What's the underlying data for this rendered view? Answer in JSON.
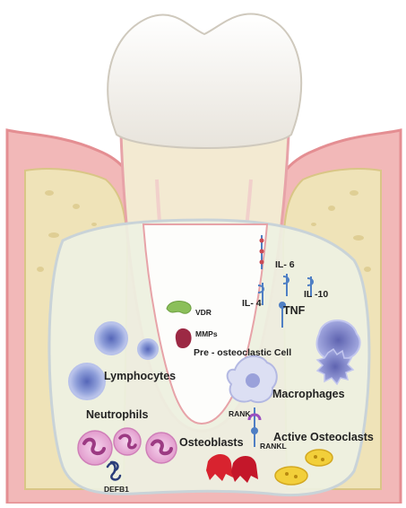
{
  "labels": {
    "vdr": "VDR",
    "mmps": "MMPs",
    "pre_osteoclastic_cell": "Pre - osteoclastic Cell",
    "lymphocytes": "Lymphocytes",
    "neutrophils": "Neutrophils",
    "defb1": "DEFB1",
    "osteoblasts": "Osteoblasts",
    "rank": "RANK",
    "rankl": "RANKL",
    "macrophages": "Macrophages",
    "active_osteoclasts": "Active Osteoclasts",
    "il6": "IL- 6",
    "il4": "IL- 4",
    "il10": "IL -10",
    "tnf": "TNF"
  },
  "colors": {
    "gum": "#f2b8b8",
    "gum_edge": "#e48e92",
    "bone": "#efe3b8",
    "bone_dark": "#d9c686",
    "root": "#f3ead2",
    "crown": "#ffffff",
    "tissue": "#eef1e2",
    "tissue_edge": "#c9d3d8",
    "lymphocyte": "#8e9ed9",
    "macrophage": "#7d83c9",
    "neutrophil": "#e7a7d6",
    "osteoblast": "#d8232f",
    "osteoclast": "#f2cf3a",
    "vdr": "#8bbf5a",
    "mmps": "#9c2944",
    "receptor": "#4f7fc4"
  }
}
